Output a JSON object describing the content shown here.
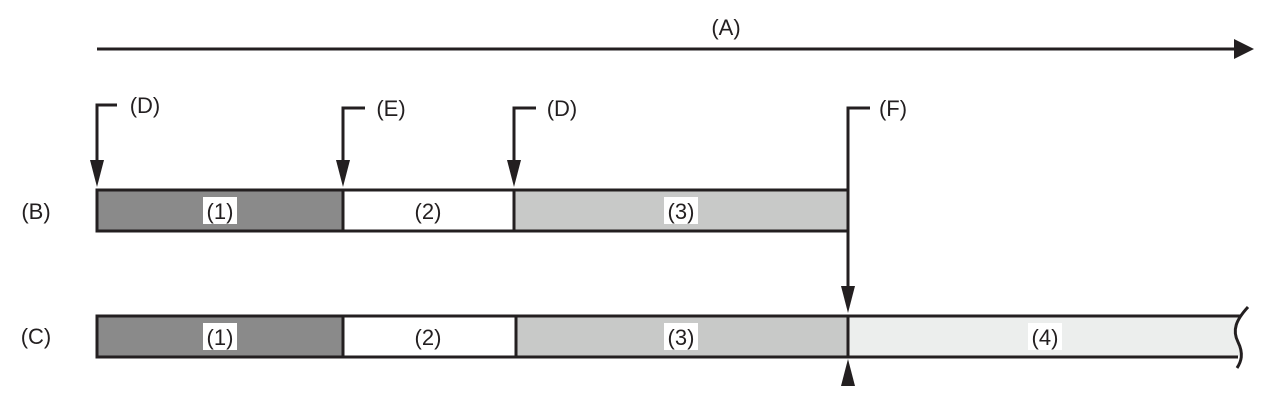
{
  "diagram": {
    "type": "timeline-segments",
    "colors": {
      "stroke": "#231f20",
      "segment_1": "#8a8a8a",
      "segment_2": "#ffffff",
      "segment_3": "#c8c9c8",
      "segment_4": "#eceeed",
      "label_bg": "#ffffff"
    },
    "time_axis": {
      "label": "(A)"
    },
    "rows": [
      {
        "label": "(B)",
        "segments": [
          {
            "label": "(1)",
            "fill": "#8a8a8a"
          },
          {
            "label": "(2)",
            "fill": "#ffffff"
          },
          {
            "label": "(3)",
            "fill": "#c8c9c8"
          }
        ]
      },
      {
        "label": "(C)",
        "segments": [
          {
            "label": "(1)",
            "fill": "#8a8a8a"
          },
          {
            "label": "(2)",
            "fill": "#ffffff"
          },
          {
            "label": "(3)",
            "fill": "#c8c9c8"
          },
          {
            "label": "(4)",
            "fill": "#eceeed"
          }
        ]
      }
    ],
    "markers": [
      {
        "label": "(D)",
        "points_to": "start of (1)"
      },
      {
        "label": "(E)",
        "points_to": "start of (2)"
      },
      {
        "label": "(D)",
        "points_to": "start of (3)"
      },
      {
        "label": "(F)",
        "points_to": "end of (3) in row B / start of (4) in row C"
      }
    ]
  }
}
